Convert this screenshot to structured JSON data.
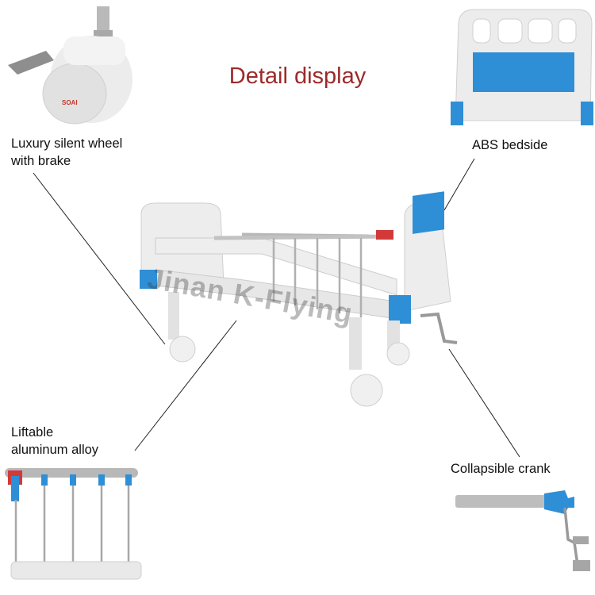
{
  "title": "Detail display",
  "watermark": "Jinan K-Flying",
  "wheel_brand": "SOAI",
  "labels": {
    "wheel_line1": "Luxury silent wheel",
    "wheel_line2": "with brake",
    "bedside": "ABS bedside",
    "rail_line1": "Liftable",
    "rail_line2": "aluminum alloy",
    "crank": "Collapsible crank"
  },
  "colors": {
    "title": "#9c2a2a",
    "accent_blue": "#2f8fd6",
    "accent_red": "#d23a3a",
    "frame": "#eeeeee"
  }
}
